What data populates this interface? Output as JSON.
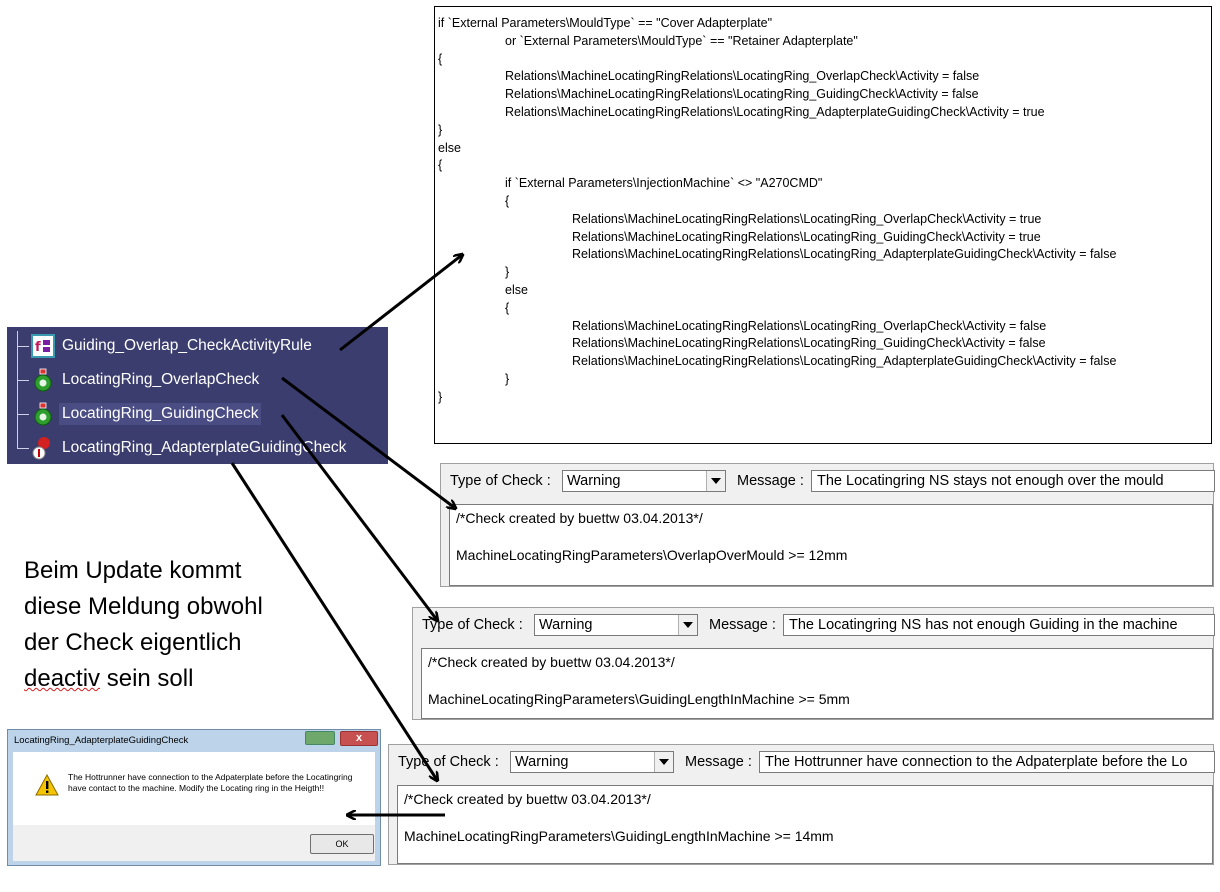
{
  "rule_code": {
    "lines": [
      {
        "indent": 0,
        "text": "if `External Parameters\\MouldType` == \"Cover Adapterplate\""
      },
      {
        "indent": 1,
        "text": "or `External Parameters\\MouldType` == \"Retainer Adapterplate\""
      },
      {
        "indent": 0,
        "text": "{"
      },
      {
        "indent": 1,
        "text": "Relations\\MachineLocatingRingRelations\\LocatingRing_OverlapCheck\\Activity = false"
      },
      {
        "indent": 1,
        "text": "Relations\\MachineLocatingRingRelations\\LocatingRing_GuidingCheck\\Activity = false"
      },
      {
        "indent": 1,
        "text": "Relations\\MachineLocatingRingRelations\\LocatingRing_AdapterplateGuidingCheck\\Activity = true"
      },
      {
        "indent": 0,
        "text": "}"
      },
      {
        "indent": 0,
        "text": "else"
      },
      {
        "indent": 0,
        "text": "{"
      },
      {
        "indent": 1,
        "text": "if `External Parameters\\InjectionMachine` <> \"A270CMD\""
      },
      {
        "indent": 1,
        "text": "{"
      },
      {
        "indent": 2,
        "text": "Relations\\MachineLocatingRingRelations\\LocatingRing_OverlapCheck\\Activity = true"
      },
      {
        "indent": 2,
        "text": "Relations\\MachineLocatingRingRelations\\LocatingRing_GuidingCheck\\Activity = true"
      },
      {
        "indent": 2,
        "text": "Relations\\MachineLocatingRingRelations\\LocatingRing_AdapterplateGuidingCheck\\Activity = false"
      },
      {
        "indent": 1,
        "text": "}"
      },
      {
        "indent": 1,
        "text": "else"
      },
      {
        "indent": 1,
        "text": "{"
      },
      {
        "indent": 2,
        "text": "Relations\\MachineLocatingRingRelations\\LocatingRing_OverlapCheck\\Activity = false"
      },
      {
        "indent": 2,
        "text": "Relations\\MachineLocatingRingRelations\\LocatingRing_GuidingCheck\\Activity = false"
      },
      {
        "indent": 2,
        "text": "Relations\\MachineLocatingRingRelations\\LocatingRing_AdapterplateGuidingCheck\\Activity = false"
      },
      {
        "indent": 1,
        "text": "}"
      },
      {
        "indent": 0,
        "text": "}"
      }
    ]
  },
  "tree": {
    "items": [
      {
        "label": "Guiding_Overlap_CheckActivityRule",
        "icon": "rule-icon"
      },
      {
        "label": "LocatingRing_OverlapCheck",
        "icon": "check-active-icon"
      },
      {
        "label": "LocatingRing_GuidingCheck",
        "icon": "check-active-icon"
      },
      {
        "label": "LocatingRing_AdapterplateGuidingCheck",
        "icon": "check-inactive-icon"
      }
    ]
  },
  "checks": [
    {
      "type_label": "Type of Check :",
      "type_value": "Warning",
      "message_label": "Message :",
      "message_value": "The Locatingring NS stays not enough over the mould",
      "body_comment": "/*Check created by buettw 03.04.2013*/",
      "body_expr": "MachineLocatingRingParameters\\OverlapOverMould >= 12mm"
    },
    {
      "type_label": "Type of Check :",
      "type_value": "Warning",
      "message_label": "Message :",
      "message_value": "The Locatingring NS has not enough Guiding in the machine",
      "body_comment": "/*Check created by buettw 03.04.2013*/",
      "body_expr": "MachineLocatingRingParameters\\GuidingLengthInMachine  >= 5mm"
    },
    {
      "type_label": "Type of Check :",
      "type_value": "Warning",
      "message_label": "Message :",
      "message_value": "The Hottrunner have connection to the Adpaterplate before the Lo",
      "body_comment": "/*Check created by buettw 03.04.2013*/",
      "body_expr": "MachineLocatingRingParameters\\GuidingLengthInMachine  >= 14mm"
    }
  ],
  "comment": {
    "line1": "Beim Update kommt",
    "line2": "diese Meldung obwohl",
    "line3": "der Check eigentlich",
    "line4_word": "deactiv",
    "line4_rest": " sein soll"
  },
  "dialog": {
    "title": "LocatingRing_AdapterplateGuidingCheck",
    "message": "The Hottrunner have connection to the Adpaterplate before the Locatingring have contact to the machine. Modify the Locating ring in the Heigth!!",
    "ok_label": "OK",
    "close_label": "x",
    "icon": "warning-icon"
  },
  "colors": {
    "tree_bg": "#3b3d6e",
    "arrow": "#000000",
    "warning": "#f5c400"
  }
}
